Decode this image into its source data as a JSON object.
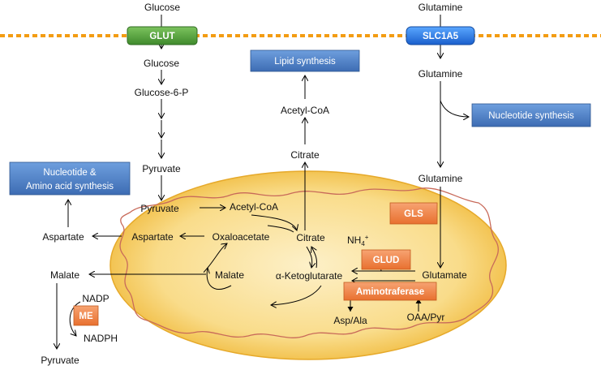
{
  "colors": {
    "membrane": "#f39c12",
    "mito_fill_outer": "#f2c14e",
    "mito_fill_inner": "#fbe7b0",
    "blue_box": "#4f81bd",
    "orange_box": "#f08040",
    "transporter_green": "#4c9a3a",
    "transporter_blue": "#1f6fd6"
  },
  "transporters": {
    "glut": "GLUT",
    "slc1a5": "SLC1A5"
  },
  "process_boxes": {
    "lipid": "Lipid synthesis",
    "nucleotide": "Nucleotide synthesis",
    "nuc_amino_line1": "Nucleotide &",
    "nuc_amino_line2": "Amino acid synthesis"
  },
  "enzymes": {
    "gls": "GLS",
    "glud": "GLUD",
    "aminotransferase": "Aminotraferase",
    "me": "ME"
  },
  "metabolites": {
    "glucose_out": "Glucose",
    "glucose_in": "Glucose",
    "glucose6p": "Glucose-6-P",
    "pyruvate_cyto": "Pyruvate",
    "pyruvate_mito": "Pyruvate",
    "acetylcoa_mito": "Acetyl-CoA",
    "acetylcoa_cyto": "Acetyl-CoA",
    "citrate_cyto": "Citrate",
    "citrate_mito": "Citrate",
    "oxaloacetate": "Oxaloacetate",
    "aspartate_mito": "Aspartate",
    "aspartate_cyto": "Aspartate",
    "malate_mito": "Malate",
    "malate_cyto": "Malate",
    "akg": "α-Ketoglutarate",
    "glutamine_out": "Glutamine",
    "glutamine_in": "Glutamine",
    "glutamine_lower": "Glutamine",
    "glutamate": "Glutamate",
    "nh4": "NH",
    "nh4_sub": "4",
    "nh4_sup": "+",
    "asp_ala": "Asp/Ala",
    "oaa_pyr": "OAA/Pyr",
    "nadp": "NADP",
    "nadph": "NADPH",
    "pyruvate_bottom": "Pyruvate"
  }
}
